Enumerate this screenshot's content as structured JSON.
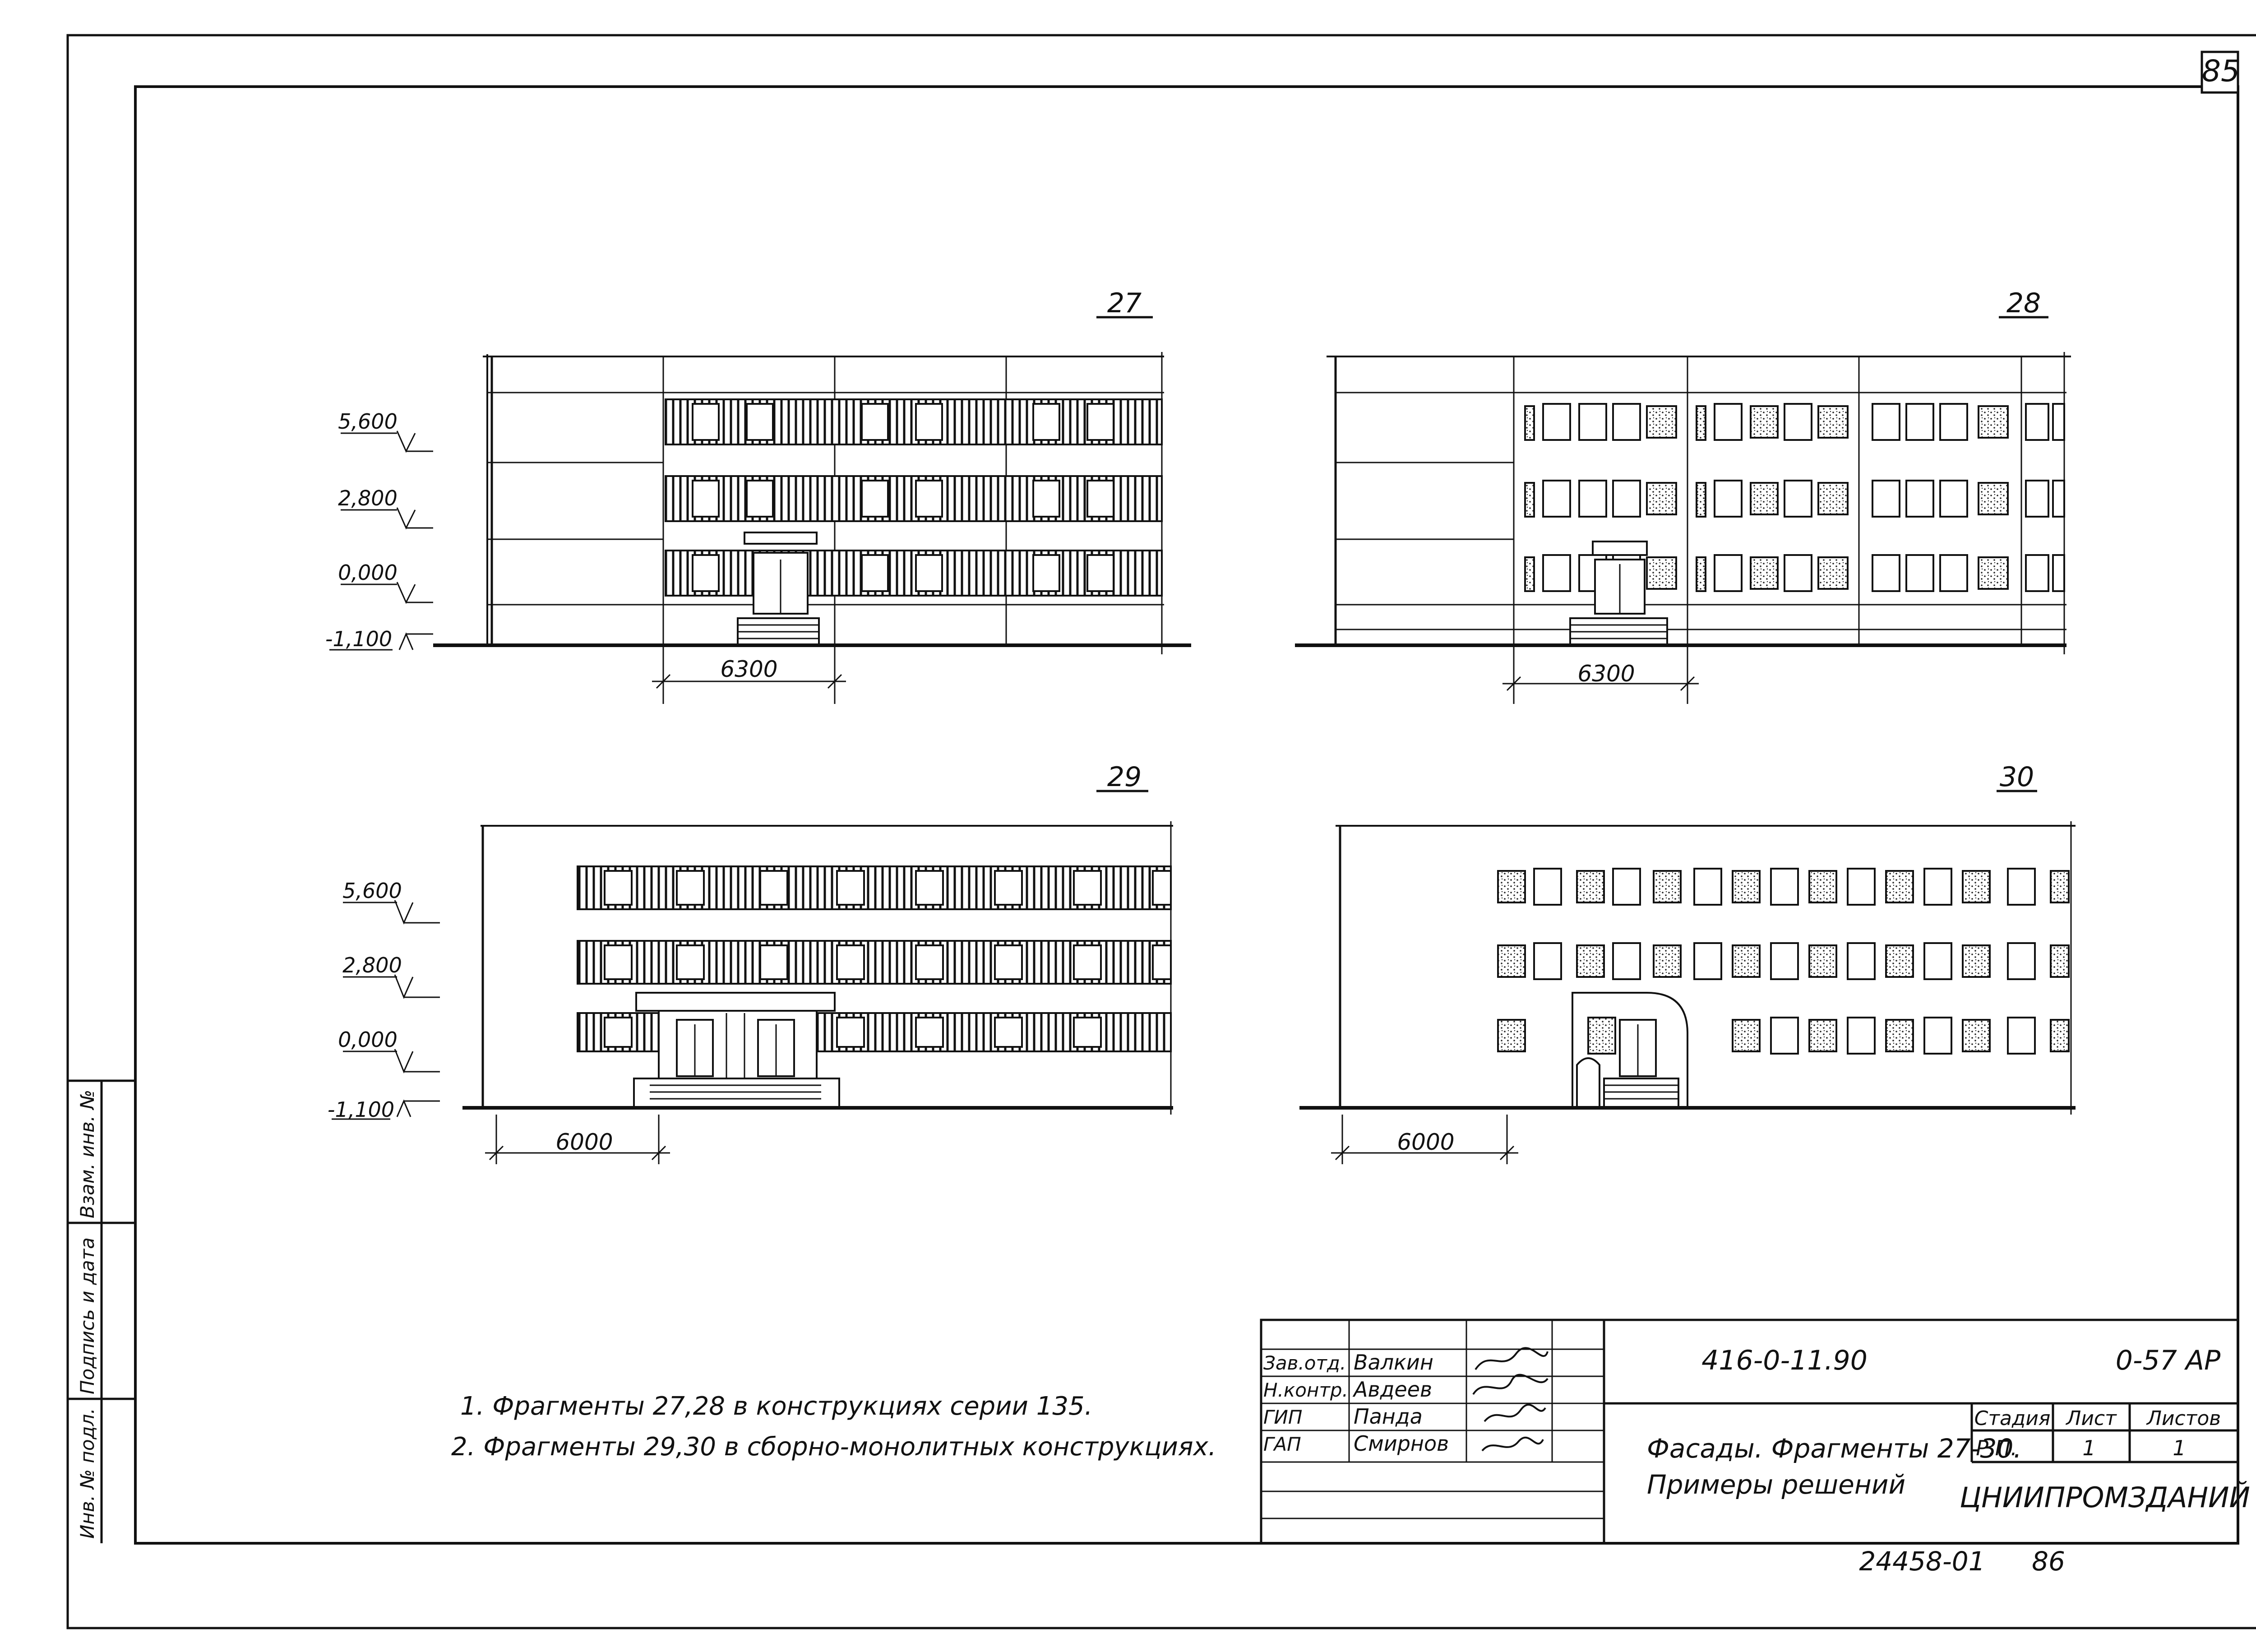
{
  "sheet": {
    "page_number_corner": "85",
    "page_number_bottom": "86",
    "archive_code": "24458-01"
  },
  "fragments": [
    {
      "number": "27",
      "span_label": "6300"
    },
    {
      "number": "28",
      "span_label": "6300"
    },
    {
      "number": "29",
      "span_label": "6000"
    },
    {
      "number": "30",
      "span_label": "6000"
    }
  ],
  "levels": [
    "5,600",
    "2,800",
    "0,000",
    "-1,100"
  ],
  "notes": [
    "1. Фрагменты 27,28 в конструкциях серии 135.",
    "2. Фрагменты 29,30 в сборно-монолитных конструкциях."
  ],
  "left_strip": [
    "Инв. № подл.",
    "Подпись и дата",
    "Взам. инв. №"
  ],
  "title_block": {
    "doc_code": "416-0-11.90",
    "sheet_code": "0-57 АР",
    "title_line1": "Фасады. Фрагменты 27-30.",
    "title_line2": "Примеры решений",
    "organization": "ЦНИИПРОМЗДАНИЙ",
    "headers": {
      "stage": "Стадия",
      "sheet": "Лист",
      "sheets": "Листов"
    },
    "values": {
      "stage": "Р.П.",
      "sheet": "1",
      "sheets": "1"
    },
    "signatures": [
      {
        "role": "Зав.отд.",
        "name": "Валкин"
      },
      {
        "role": "Н.контр.",
        "name": "Авдеев"
      },
      {
        "role": "ГИП",
        "name": "Панда"
      },
      {
        "role": "ГАП",
        "name": "Смирнов"
      }
    ]
  }
}
